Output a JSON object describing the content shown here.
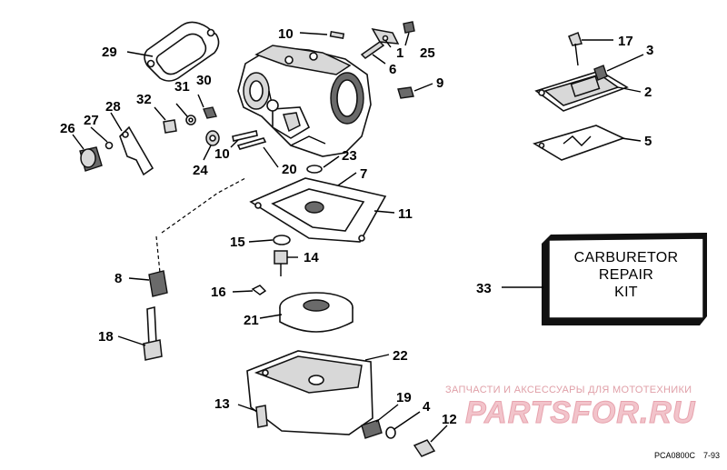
{
  "diagram": {
    "kit_label": [
      "CARBURETOR",
      "REPAIR",
      "KIT"
    ],
    "code": "PCA0800C",
    "date": "7-93",
    "watermark": {
      "caption": "ЗАПЧАСТИ И АКСЕССУАРЫ ДЛЯ МОТОТЕХНИКИ",
      "brand": "PARTSFOR.RU"
    },
    "labels": {
      "n1": "1",
      "n2": "2",
      "n3": "3",
      "n4": "4",
      "n5": "5",
      "n6": "6",
      "n7": "7",
      "n8": "8",
      "n9": "9",
      "n10a": "10",
      "n10b": "10",
      "n11": "11",
      "n12": "12",
      "n13": "13",
      "n14": "14",
      "n15": "15",
      "n16": "16",
      "n17": "17",
      "n18": "18",
      "n19": "19",
      "n20": "20",
      "n21": "21",
      "n22": "22",
      "n23": "23",
      "n24": "24",
      "n25": "25",
      "n26": "26",
      "n27": "27",
      "n28": "28",
      "n29": "29",
      "n30": "30",
      "n31": "31",
      "n32": "32",
      "n33": "33"
    }
  }
}
